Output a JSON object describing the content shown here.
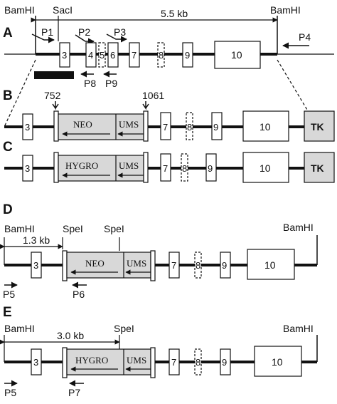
{
  "panels": {
    "a": "A",
    "b": "B",
    "c": "C",
    "d": "D",
    "e": "E"
  },
  "sites": {
    "bamhi": "BamHI",
    "saci": "SacI",
    "spei": "SpeI"
  },
  "distances": {
    "a": "5.5 kb",
    "d": "1.3 kb",
    "e": "3.0 kb"
  },
  "primers": {
    "p1": "P1",
    "p2": "P2",
    "p3": "P3",
    "p4": "P4",
    "p5": "P5",
    "p6": "P6",
    "p7": "P7",
    "p8": "P8",
    "p9": "P9"
  },
  "exons": {
    "e3": "3",
    "e4": "4",
    "e5": "5",
    "e6": "6",
    "e7": "7",
    "e8": "8",
    "e9": "9",
    "e10": "10"
  },
  "positions": {
    "p752": "752",
    "p1061": "1061"
  },
  "cassettes": {
    "neo": "NEO",
    "hygro": "HYGRO",
    "ums": "UMS",
    "tk": "TK"
  }
}
